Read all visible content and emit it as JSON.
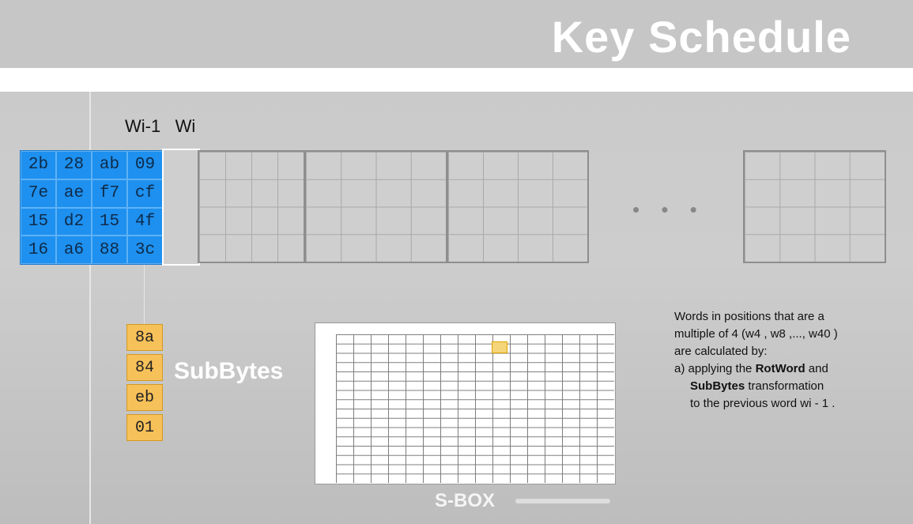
{
  "header": {
    "title": "Key Schedule"
  },
  "labels": {
    "w_prev": "Wi-1",
    "w_i": "Wi"
  },
  "key_grid": [
    [
      "2b",
      "28",
      "ab",
      "09"
    ],
    [
      "7e",
      "ae",
      "f7",
      "cf"
    ],
    [
      "15",
      "d2",
      "15",
      "4f"
    ],
    [
      "16",
      "a6",
      "88",
      "3c"
    ]
  ],
  "subbytes_column": [
    "8a",
    "84",
    "eb",
    "01"
  ],
  "subbytes_label": "SubBytes",
  "ellipsis": "• • •",
  "sbox_label": "S-BOX",
  "description": {
    "line1": "Words in positions that are a",
    "line2": "multiple of 4 (w4 , w8 ,..., w40 )",
    "line3": "are calculated by:",
    "line4_pre": "a) applying the ",
    "line4_bold": "RotWord",
    "line4_post": " and",
    "line5_bold": "SubBytes",
    "line5_post": " transformation",
    "line6": "to the previous word wi - 1 ."
  },
  "colors": {
    "key_blue": "#1e90ef",
    "sub_orange": "#f7c15a"
  }
}
